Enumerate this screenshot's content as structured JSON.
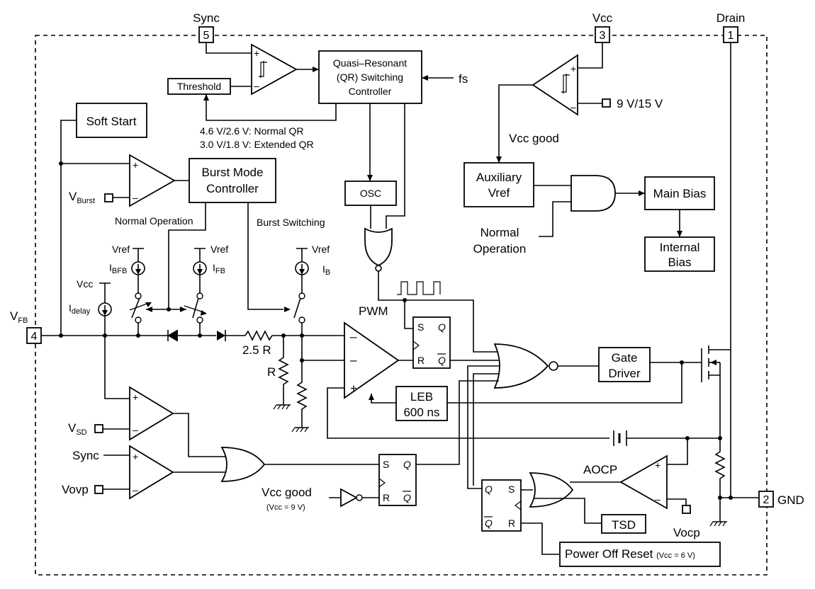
{
  "pins": {
    "sync": {
      "number": "5",
      "label": "Sync"
    },
    "vcc": {
      "number": "3",
      "label": "Vcc"
    },
    "drain": {
      "number": "1",
      "label": "Drain"
    },
    "vfb": {
      "number": "4",
      "label_main": "V",
      "label_sub": "FB"
    },
    "gnd": {
      "number": "2",
      "label": "GND"
    }
  },
  "blocks": {
    "threshold": "Threshold",
    "qr_controller": [
      "Quasi–Resonant",
      "(QR) Switching",
      "Controller"
    ],
    "fs": "fs",
    "soft_start": "Soft Start",
    "burst_controller": [
      "Burst Mode",
      "Controller"
    ],
    "osc": "OSC",
    "aux_vref": [
      "Auxiliary",
      "Vref"
    ],
    "main_bias": "Main Bias",
    "internal_bias": [
      "Internal",
      "Bias"
    ],
    "gate_driver": [
      "Gate",
      "Driver"
    ],
    "leb": [
      "LEB",
      "600 ns"
    ],
    "tsd": "TSD",
    "por": {
      "main": "Power Off Reset ",
      "sub": "(Vcc = 6 V)"
    }
  },
  "labels": {
    "qr_normal": "4.6 V/2.6 V: Normal QR",
    "qr_extended": "3.0 V/1.8 V: Extended QR",
    "vcc_threshold": "9 V/15 V",
    "vcc_good": "Vcc good",
    "normal_operation_small": "Normal Operation",
    "burst_switching": "Burst Switching",
    "normal_operation": [
      "Normal",
      "Operation"
    ],
    "vburst": {
      "main": "V",
      "sub": "Burst"
    },
    "vref": "Vref",
    "ibfb": {
      "main": "I",
      "sub": "BFB"
    },
    "ifb": {
      "main": "I",
      "sub": "FB"
    },
    "ib": {
      "main": "I",
      "sub": "B"
    },
    "vcc": "Vcc",
    "idelay": {
      "main": "I",
      "sub": "delay"
    },
    "pwm": "PWM",
    "r25": "2.5 R",
    "r": "R",
    "vsd": {
      "main": "V",
      "sub": "SD"
    },
    "sync": "Sync",
    "vovp": "Vovp",
    "vcc_good_reset": "Vcc good",
    "vcc_good_reset_sub": "(Vcc = 9 V)",
    "aocp": "AOCP",
    "vocp": "Vocp",
    "plus": "+",
    "minus": "–",
    "ff_s": "S",
    "ff_r": "R",
    "ff_q": "Q",
    "ff_qbar": "Q"
  }
}
